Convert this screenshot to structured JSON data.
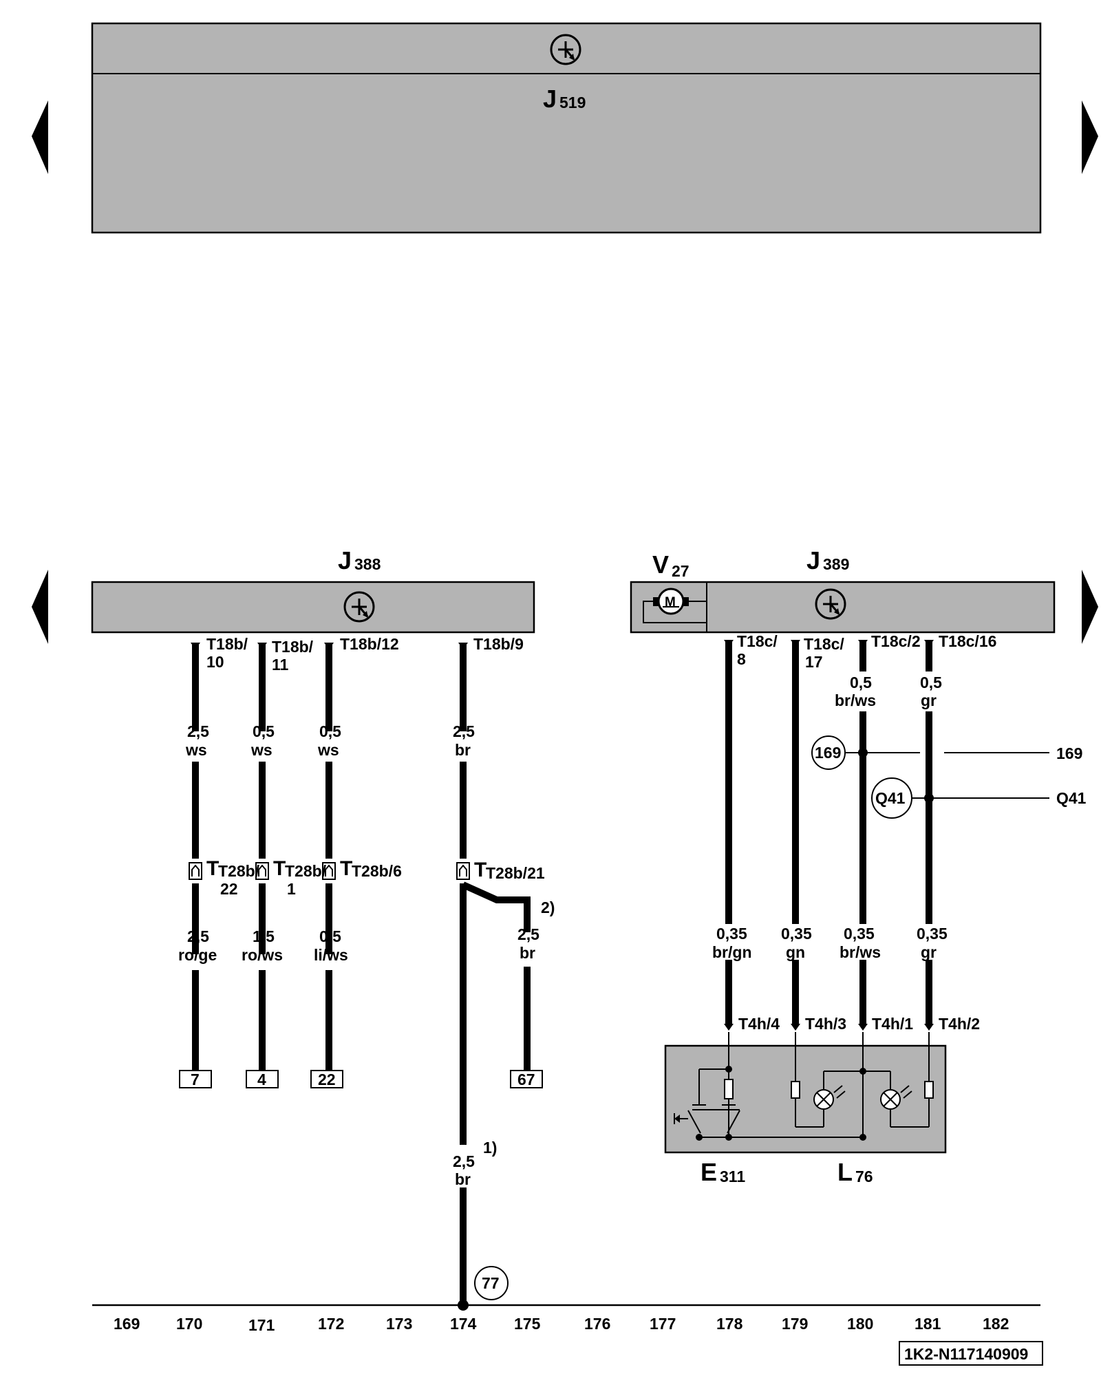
{
  "navigation": {
    "prev_page": "left-arrow-icon",
    "next_page": "right-arrow-icon"
  },
  "components": {
    "j519": {
      "letter": "J",
      "number": "519"
    },
    "j388": {
      "letter": "J",
      "number": "388"
    },
    "j389": {
      "letter": "J",
      "number": "389"
    },
    "v27": {
      "letter": "V",
      "number": "27",
      "motor_symbol": "M"
    },
    "e311": {
      "letter": "E",
      "number": "311"
    },
    "l76": {
      "letter": "L",
      "number": "76"
    }
  },
  "wires_left": [
    {
      "pin": "T18b/",
      "pin2": "10",
      "size": "2,5",
      "color": "ws",
      "conn": "T28b/",
      "conn2": "22",
      "size2": "2,5",
      "color2": "ro/ge",
      "target": "7"
    },
    {
      "pin": "T18b/",
      "pin2": "11",
      "size": "0,5",
      "color": "ws",
      "conn": "T28b/",
      "conn2": "1",
      "size2": "1,5",
      "color2": "ro/ws",
      "target": "4"
    },
    {
      "pin": "T18b/12",
      "pin2": "",
      "size": "0,5",
      "color": "ws",
      "conn": "T28b/6",
      "conn2": "",
      "size2": "0,5",
      "color2": "li/ws",
      "target": "22"
    },
    {
      "pin": "T18b/9",
      "pin2": "",
      "size": "2,5",
      "color": "br",
      "conn": "T28b/21",
      "conn2": "",
      "size2": "2,5",
      "color2": "br",
      "target": "77"
    }
  ],
  "branch": {
    "note": "2)",
    "size": "2,5",
    "color": "br",
    "target": "67",
    "note_main": "1)"
  },
  "wires_right": [
    {
      "pin": "T18c/",
      "pin2": "8",
      "size_top": "",
      "color_top": "",
      "size": "0,35",
      "color": "br/gn",
      "plug": "T4h/4"
    },
    {
      "pin": "T18c/",
      "pin2": "17",
      "size_top": "",
      "color_top": "",
      "size": "0,35",
      "color": "gn",
      "plug": "T4h/3"
    },
    {
      "pin": "T18c/2",
      "pin2": "",
      "size_top": "0,5",
      "color_top": "br/ws",
      "size": "0,35",
      "color": "br/ws",
      "plug": "T4h/1"
    },
    {
      "pin": "T18c/16",
      "pin2": "",
      "size_top": "0,5",
      "color_top": "gr",
      "size": "0,35",
      "color": "gr",
      "plug": "T4h/2"
    }
  ],
  "cross_refs": [
    {
      "label": "169",
      "target": "169"
    },
    {
      "label": "Q41",
      "target": "Q41"
    }
  ],
  "tracks": [
    "169",
    "170",
    "171",
    "172",
    "173",
    "174",
    "175",
    "176",
    "177",
    "178",
    "179",
    "180",
    "181",
    "182"
  ],
  "document_id": "1K2-N117140909",
  "icons": [
    "transistor-icon",
    "motor-icon",
    "switch-icon",
    "lamp-icon",
    "resistor-icon"
  ],
  "colors": {
    "component_fill": "#b4b4b4",
    "wire": "#000000"
  }
}
